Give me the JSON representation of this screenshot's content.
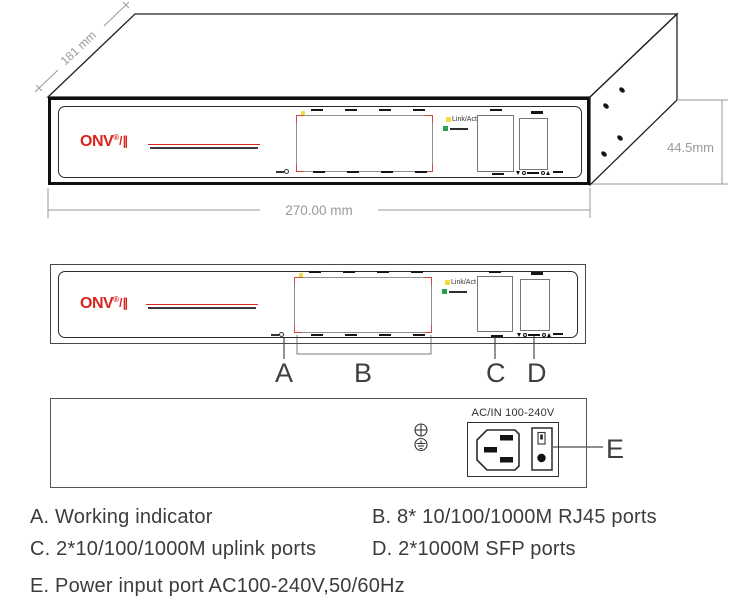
{
  "colors": {
    "brand_red": "#d9251f",
    "bracket_red": "#cf4a42",
    "indicator_yellow": "#f0df3c",
    "indicator_green": "#2d9e50",
    "dim_gray": "#9a9a9a"
  },
  "logo": {
    "brand": "ONV",
    "registered": "®",
    "slash": "/∥"
  },
  "dimensions": {
    "depth": "181 mm",
    "width": "270.00 mm",
    "height": "44.5mm"
  },
  "front_panel": {
    "link_act": "Link/Act"
  },
  "rear_panel": {
    "power_label": "AC/IN 100-240V"
  },
  "callouts": {
    "a": "A",
    "b": "B",
    "c": "C",
    "d": "D",
    "e": "E"
  },
  "legend": {
    "a": "A. Working indicator",
    "b": "B. 8* 10/100/1000M RJ45 ports",
    "c": "C. 2*10/100/1000M uplink ports",
    "d": "D. 2*1000M SFP ports",
    "e": "E. Power input port AC100-240V,50/60Hz"
  }
}
